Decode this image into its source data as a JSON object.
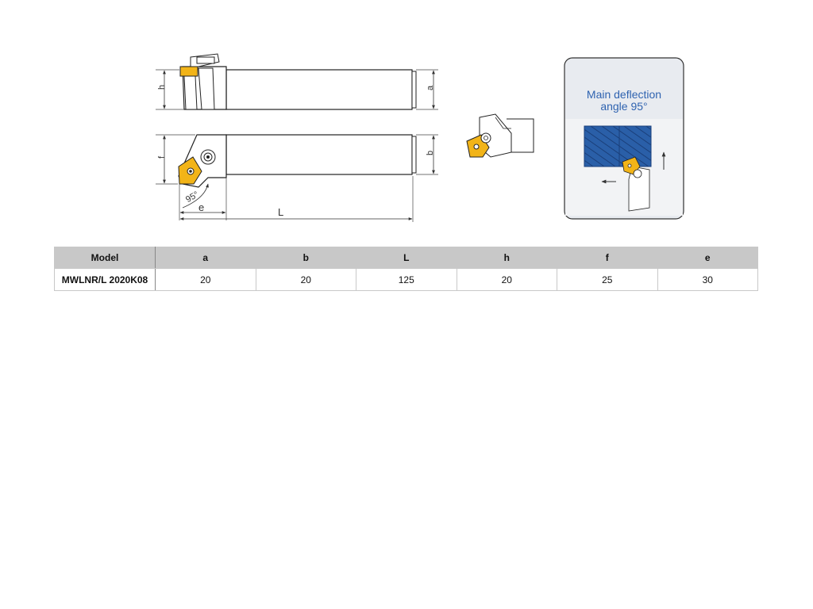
{
  "callout": {
    "line1": "Main deflection",
    "line2": "angle 95°"
  },
  "drawing_labels": {
    "h": "h",
    "a": "a",
    "f": "f",
    "b": "b",
    "e": "e",
    "L": "L",
    "angle": "95°"
  },
  "table": {
    "headers": [
      "Model",
      "a",
      "b",
      "L",
      "h",
      "f",
      "e"
    ],
    "rows": [
      [
        "MWLNR/L 2020K08",
        "20",
        "20",
        "125",
        "20",
        "25",
        "30"
      ]
    ]
  },
  "colors": {
    "insert_yellow": "#f2b418",
    "callout_blue": "#2f63b0",
    "workpiece_blue": "#2a5fa8",
    "callout_bg": "#e8ebf0"
  }
}
